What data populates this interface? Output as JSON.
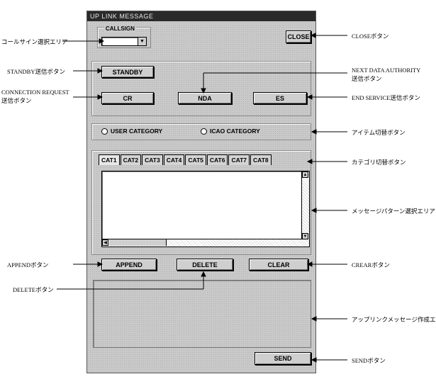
{
  "window": {
    "title": "UP LINK MESSAGE"
  },
  "callsign": {
    "label": "CALLSIGN",
    "value": ""
  },
  "buttons": {
    "close": "CLOSE",
    "standby": "STANDBY",
    "cr": "CR",
    "nda": "NDA",
    "es": "ES",
    "append": "APPEND",
    "delete": "DELETE",
    "clear": "CLEAR",
    "send": "SEND"
  },
  "radios": {
    "user": "USER CATEGORY",
    "icao": "ICAO CATEGORY"
  },
  "tabs": [
    "CAT1",
    "CAT2",
    "CAT3",
    "CAT4",
    "CAT5",
    "CAT6",
    "CAT7",
    "CAT8"
  ],
  "annotations": {
    "callsign": "コールサイン選択エリア",
    "close": "CLOSEボタン",
    "standby": "STANDBY送信ボタン",
    "nda_line1": "NEXT DATA AUTHORITY",
    "nda_line2": "送信ボタン",
    "cr_line1": "CONNECTION REQUEST",
    "cr_line2": "送信ボタン",
    "es": "END SERVICE送信ボタン",
    "item_switch": "アイテム切替ボタン",
    "category_switch": "カテゴリ切替ボタン",
    "message_pattern": "メッセージパターン選択エリア",
    "append": "APPENDボタン",
    "clear": "CREARボタン",
    "delete": "DELETEボタン",
    "uplink_area": "アップリンクメッセージ作成エリア",
    "send": "SENDボタン"
  }
}
